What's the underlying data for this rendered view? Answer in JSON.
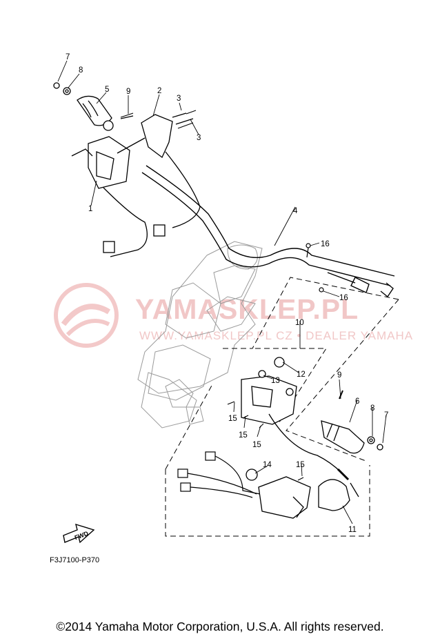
{
  "watermark": {
    "main": "YAMASKLEP.PL",
    "sub": "WWW.YAMASKLEP.PL  CZ • DEALER YAMAHA"
  },
  "callouts": [
    {
      "id": "c7a",
      "text": "7"
    },
    {
      "id": "c8a",
      "text": "8"
    },
    {
      "id": "c5",
      "text": "5"
    },
    {
      "id": "c9a",
      "text": "9"
    },
    {
      "id": "c2",
      "text": "2"
    },
    {
      "id": "c3a",
      "text": "3"
    },
    {
      "id": "c3b",
      "text": "3"
    },
    {
      "id": "c1",
      "text": "1"
    },
    {
      "id": "c4",
      "text": "4"
    },
    {
      "id": "c16a",
      "text": "16"
    },
    {
      "id": "c16b",
      "text": "16"
    },
    {
      "id": "c10",
      "text": "10"
    },
    {
      "id": "c12",
      "text": "12"
    },
    {
      "id": "c13",
      "text": "13"
    },
    {
      "id": "c9b",
      "text": "9"
    },
    {
      "id": "c6",
      "text": "6"
    },
    {
      "id": "c8b",
      "text": "8"
    },
    {
      "id": "c7b",
      "text": "7"
    },
    {
      "id": "c15a",
      "text": "15"
    },
    {
      "id": "c15b",
      "text": "15"
    },
    {
      "id": "c15c",
      "text": "15"
    },
    {
      "id": "c14",
      "text": "14"
    },
    {
      "id": "c15d",
      "text": "15"
    },
    {
      "id": "c11",
      "text": "11"
    }
  ],
  "fwd_label": "FWD",
  "diagram_code": "F3J7100-P370",
  "copyright": "©2014 Yamaha Motor Corporation, U.S.A. All rights reserved."
}
